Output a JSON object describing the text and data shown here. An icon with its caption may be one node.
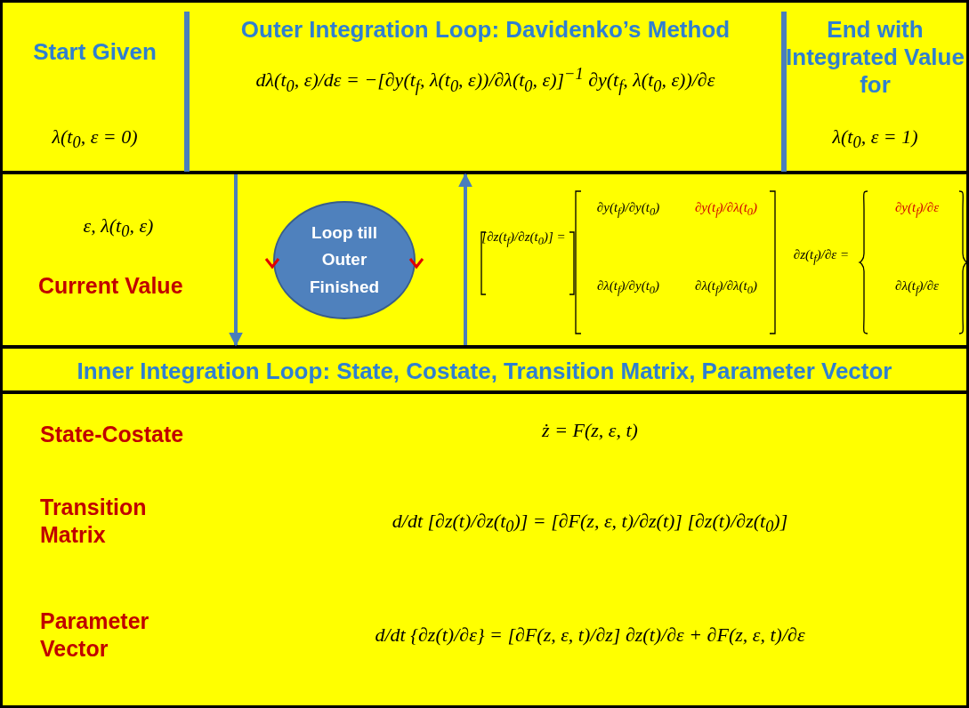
{
  "diagram": {
    "nodes": [
      {
        "text": [
          "Start Given",
          "λ(t$_{0}$, ε = 0)"
        ]
      },
      {
        "text": [
          "Outer Integration Loop: Davidenko’s Method",
          "dλ(t$_{0}$, ε)/dε = −[∂y(t$_{f}$, λ(t$_{0}$, ε))/∂λ(t$_{0}$, ε)]$^{−1}$ ∂y(t$_{f}$, λ(t$_{0}$, ε))/∂ε"
        ]
      },
      {
        "text": [
          "End with Integrated Value for",
          "λ(t$_{0}$, ε = 1)"
        ]
      },
      {
        "text": [
          "ε, λ(t$_{0}$, ε)",
          "Current Value"
        ]
      },
      {
        "text": [
          "Loop till Outer Finished"
        ],
        "in": 3
      },
      {
        "text": [
          "Inner Integration Loop: State, Costate, Transition Matrix, Parameter Vector"
        ]
      },
      {
        "text": [
          "State-Costate",
          "ż = F(z, ε, t)",
          "Transition Matrix",
          "d/dt [∂z(t)/∂z(t$_{0}$)] = [∂F(z, ε, t)/∂z(t)] [∂z(t)/∂z(t$_{0}$)]",
          "Parameter Vector",
          "d/dt {∂z(t)/∂ε} = [∂F(z, ε, t)/∂z] ∂z(t)/∂ε + ∂F(z, ε, t)/∂ε"
        ]
      }
    ],
    "edges": [
      {
        "from": 1,
        "to": 5,
        "arrow": "to"
      },
      {
        "from": 5,
        "to": 1,
        "arrow": "to"
      }
    ],
    "labels": [
      "[∂z(t$_{f}$)/∂z(t$_{0}$)] =",
      "∂y(t$_{f}$)/∂y(t$_{0}$)",
      "∂y(t$_{f}$)/∂λ(t$_{0}$)",
      "∂λ(t$_{f}$)/∂y(t$_{0}$)",
      "∂λ(t$_{f}$)/∂λ(t$_{0}$)",
      "∂z(t$_{f}$)/∂ε =",
      "∂y(t$_{f}$)/∂ε",
      "∂λ(t$_{f}$)/∂ε"
    ]
  }
}
